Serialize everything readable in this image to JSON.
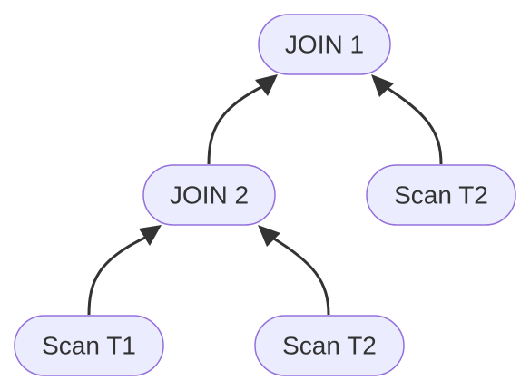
{
  "nodes": {
    "join1": {
      "label": "JOIN 1"
    },
    "join2": {
      "label": "JOIN 2"
    },
    "scan_t2_top": {
      "label": "Scan T2"
    },
    "scan_t1": {
      "label": "Scan T1"
    },
    "scan_t2_bottom": {
      "label": "Scan T2"
    }
  },
  "edges": [
    {
      "from": "join2",
      "to": "join1"
    },
    {
      "from": "scan_t2_top",
      "to": "join1"
    },
    {
      "from": "scan_t1",
      "to": "join2"
    },
    {
      "from": "scan_t2_bottom",
      "to": "join2"
    }
  ],
  "colors": {
    "node_fill": "#ECECFF",
    "node_stroke": "#9370DB",
    "edge": "#333333",
    "text": "#333333"
  }
}
